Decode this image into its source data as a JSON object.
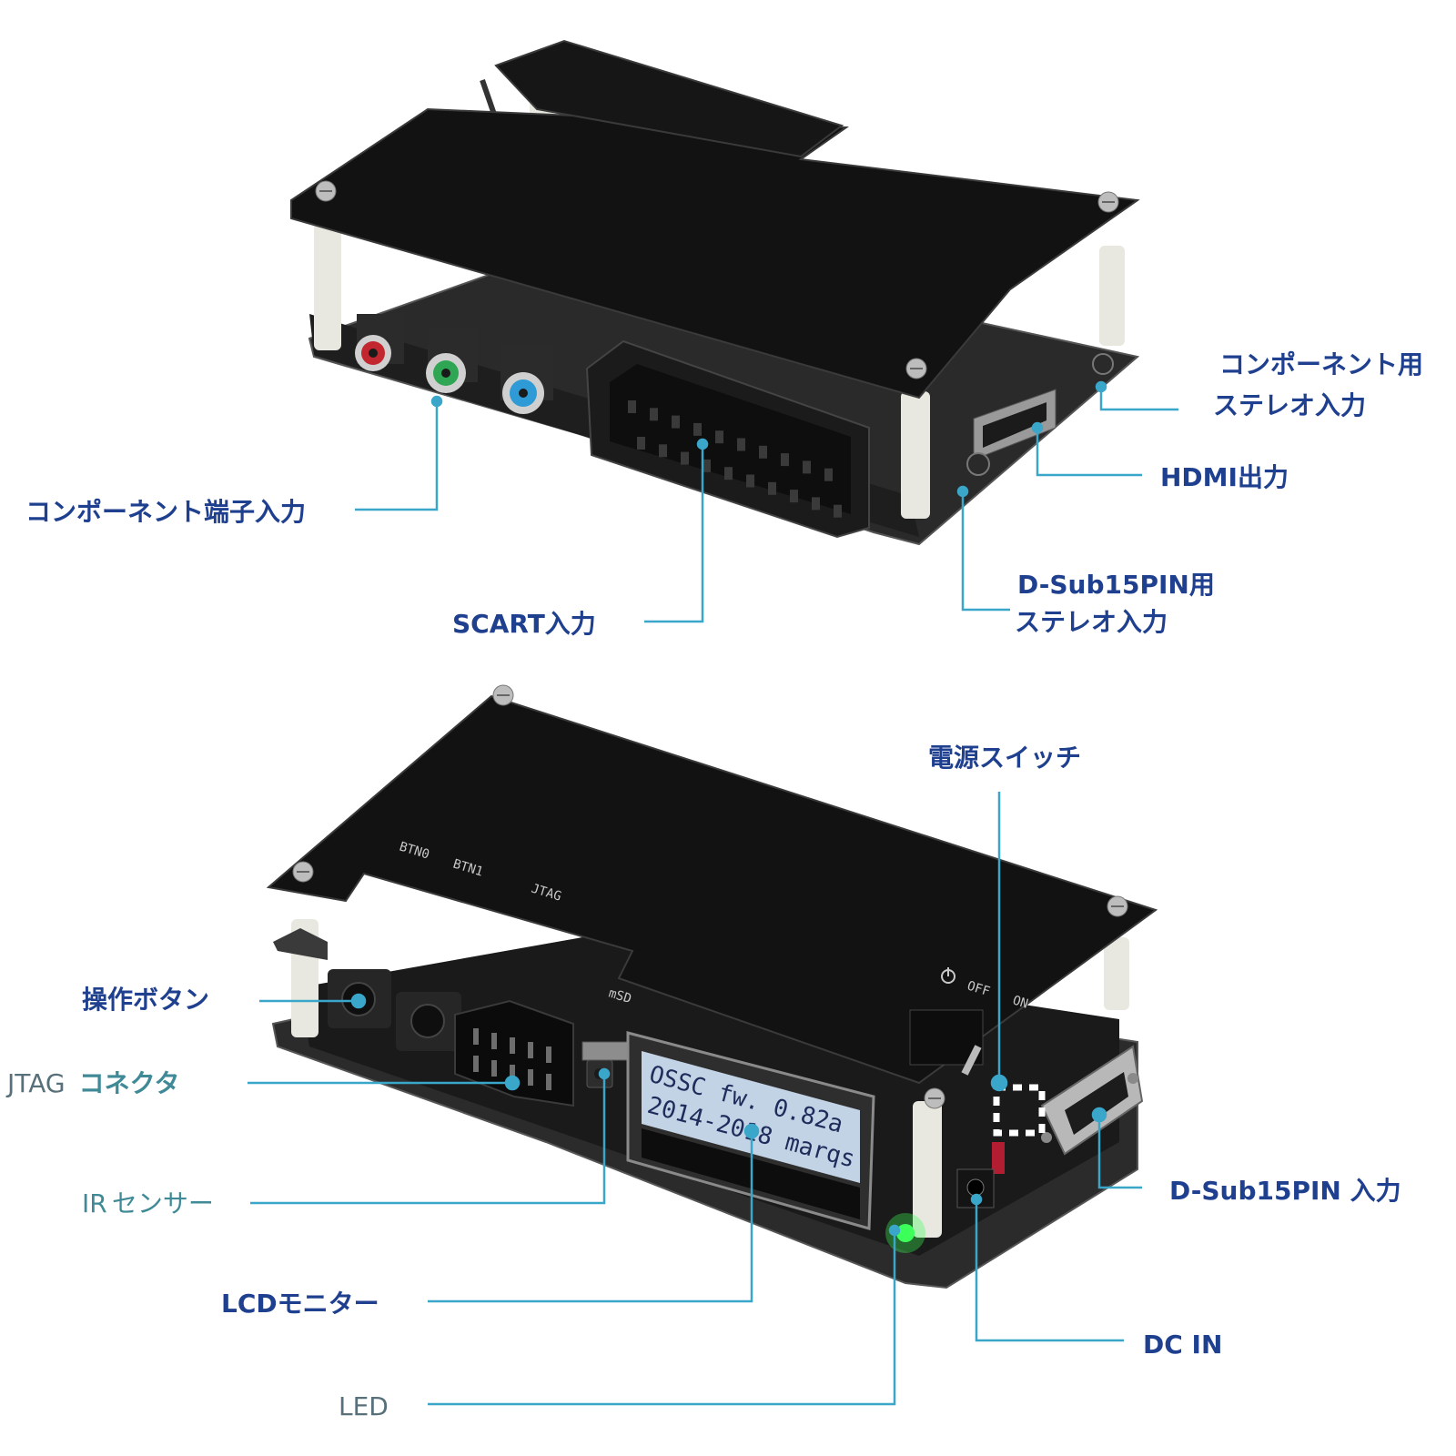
{
  "colors": {
    "callout_line": "#3aa6c9",
    "label_primary": "#1f3f8f",
    "label_secondary": "#3f8a96",
    "label_gray": "#58707a",
    "board_black": "#141414",
    "lcd_backlight": "#c3d3e6",
    "led_green": "#3cff5a"
  },
  "top_device": {
    "labels": {
      "component_stereo_in_line1": "コンポーネント用",
      "component_stereo_in_line2": "ステレオ入力",
      "hdmi_out": "HDMI出力",
      "component_in": "コンポーネント端子入力",
      "scart_in": "SCART入力",
      "dsub_stereo_in_line1": "D-Sub15PIN用",
      "dsub_stereo_in_line2": "ステレオ入力"
    }
  },
  "bottom_device": {
    "silkscreen": {
      "btn0": "BTN0",
      "btn1": "BTN1",
      "jtag": "JTAG",
      "msd": "mSD",
      "power_off": "OFF",
      "power_on": "ON"
    },
    "lcd": {
      "line1": "OSSC  fw. 0.82a",
      "line2": "2014-2018  marqs"
    },
    "labels": {
      "power_switch": "電源スイッチ",
      "operation_button": "操作ボタン",
      "jtag_connector_prefix": "JTAG",
      "jtag_connector_suffix": "コネクタ",
      "ir_sensor_prefix": "IR",
      "ir_sensor_suffix": "センサー",
      "dsub_in": "D-Sub15PIN 入力",
      "lcd_monitor": "LCDモニター",
      "dc_in": "DC IN",
      "led": "LED"
    }
  }
}
